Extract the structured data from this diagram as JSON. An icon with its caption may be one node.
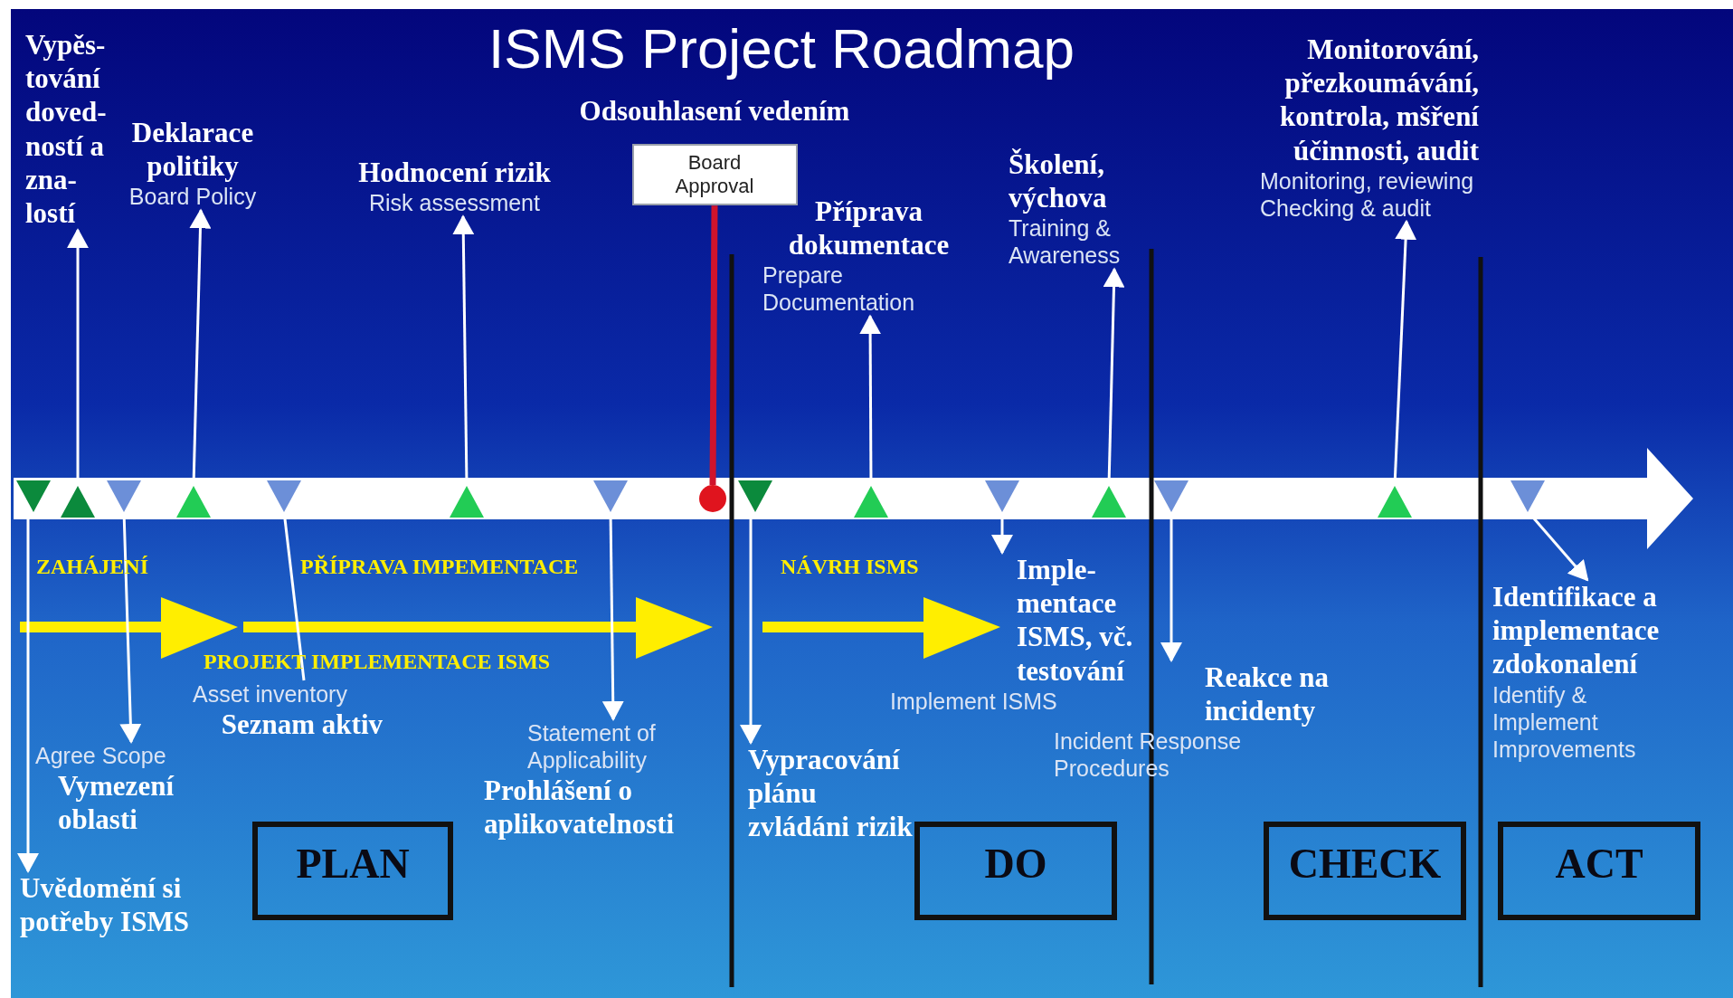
{
  "diagram": {
    "title": "ISMS Project Roadmap",
    "nodes": [
      {
        "text": [
          "Vypěs- tování doved- ností a zna- lostí"
        ]
      },
      {
        "text": [
          "Board Policy"
        ],
        "beside": [
          "Deklarace politiky"
        ]
      },
      {
        "text": [
          "Risk assessment"
        ],
        "beside": [
          "Hodnocení rizik"
        ]
      },
      {
        "text": [
          "Board Approval"
        ],
        "beside": [
          "Odsouhlasení vedením"
        ]
      },
      {
        "text": [
          "Prepare Documentation"
        ],
        "beside": [
          "Příprava dokumentace"
        ]
      },
      {
        "text": [
          "Training & Awareness"
        ],
        "beside": [
          "Školení, výchova"
        ]
      },
      {
        "text": [
          "Monitoring, reviewing Checking & audit"
        ],
        "beside": [
          "Monitorování, přezkoumávání, kontrola, mšření účinnosti, audit"
        ]
      },
      {
        "text": [
          "Uvědomění si potřeby ISMS"
        ]
      },
      {
        "text": [
          "Agree Scope"
        ],
        "beside": [
          "Vymezení oblasti"
        ]
      },
      {
        "text": [
          "Asset inventory"
        ],
        "beside": [
          "Seznam aktiv"
        ]
      },
      {
        "text": [
          "Statement of Applicability"
        ],
        "beside": [
          "Prohlášení o aplikovatelnosti"
        ]
      },
      {
        "text": [
          "Vypracování plánu zvládáni rizik"
        ]
      },
      {
        "text": [
          "Implement ISMS"
        ],
        "beside": [
          "Imple- mentace ISMS, vč. testování"
        ]
      },
      {
        "text": [
          "Incident Response Procedures"
        ],
        "beside": [
          "Reakce na incidenty"
        ]
      },
      {
        "text": [
          "Identify & Implement Improvements"
        ],
        "beside": [
          "Identifikace a implementace zdokonalení"
        ]
      },
      {
        "text": [
          "PLAN"
        ]
      },
      {
        "text": [
          "DO"
        ]
      },
      {
        "text": [
          "CHECK"
        ]
      },
      {
        "text": [
          "ACT"
        ]
      },
      {
        "text": [],
        "shape": "triangle"
      },
      {
        "text": [],
        "shape": "triangle"
      },
      {
        "text": [],
        "shape": "triangle"
      },
      {
        "text": [],
        "shape": "triangle"
      },
      {
        "text": [],
        "shape": "triangle"
      },
      {
        "text": [],
        "shape": "triangle"
      },
      {
        "text": [],
        "shape": "triangle"
      },
      {
        "text": [],
        "shape": "circle"
      },
      {
        "text": [],
        "shape": "triangle"
      },
      {
        "text": [],
        "shape": "triangle"
      },
      {
        "text": [],
        "shape": "triangle"
      },
      {
        "text": [],
        "shape": "triangle"
      },
      {
        "text": [],
        "shape": "triangle"
      },
      {
        "text": [],
        "shape": "triangle"
      },
      {
        "text": [],
        "shape": "triangle"
      }
    ],
    "edges": [
      {
        "from": 20,
        "to": 0,
        "arrow": "to"
      },
      {
        "from": 22,
        "to": 1,
        "arrow": "to"
      },
      {
        "from": 24,
        "to": 2,
        "arrow": "to"
      },
      {
        "from": 26,
        "to": 3,
        "arrow": "none",
        "style": "thick",
        "color": "#d0142c"
      },
      {
        "from": 28,
        "to": 4,
        "arrow": "to"
      },
      {
        "from": 30,
        "to": 5,
        "arrow": "to"
      },
      {
        "from": 32,
        "to": 6,
        "arrow": "to"
      },
      {
        "from": 19,
        "to": 7,
        "arrow": "to"
      },
      {
        "from": 21,
        "to": 8,
        "arrow": "to"
      },
      {
        "from": 23,
        "to": 9,
        "arrow": "none"
      },
      {
        "from": 25,
        "to": 10,
        "arrow": "to"
      },
      {
        "from": 27,
        "to": 11,
        "arrow": "to"
      },
      {
        "from": 29,
        "to": 12,
        "arrow": "to"
      },
      {
        "from": 31,
        "to": 13,
        "arrow": "to"
      },
      {
        "from": 33,
        "to": 14,
        "arrow": "to"
      }
    ],
    "labels": [
      "ZAHÁJENÍ",
      "PŘÍPRAVA IMPEMENTACE",
      "NÁVRH ISMS",
      "PROJEKT IMPLEMENTACE ISMS"
    ]
  }
}
